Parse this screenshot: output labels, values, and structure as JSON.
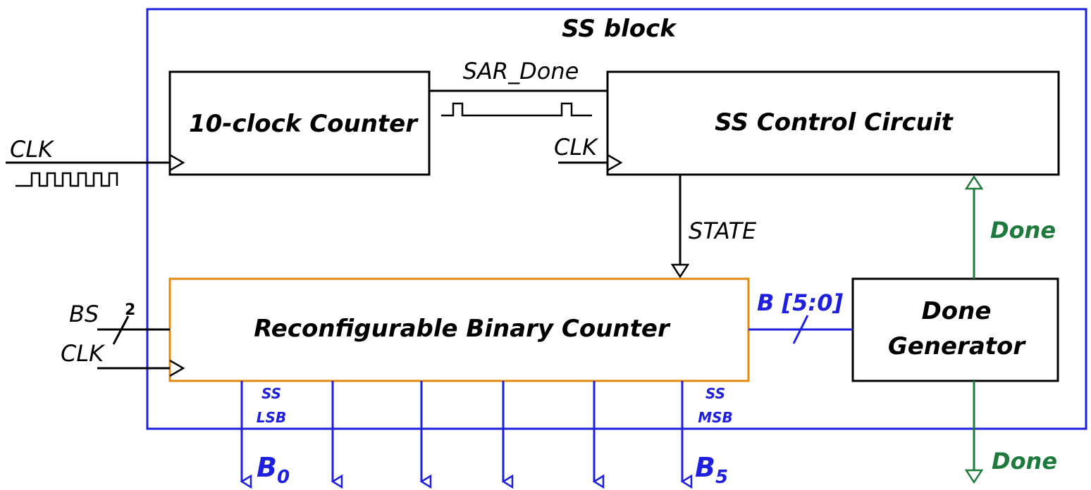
{
  "title": "SS block",
  "colors": {
    "frame": "#1f1fe0",
    "bus": "#1f1fe0",
    "done": "#1e7a3c",
    "counter_border": "#e08a10",
    "black": "#000000"
  },
  "blocks": {
    "clock_counter": "10-clock Counter",
    "control": "SS Control Circuit",
    "binary_counter": "Reconfigurable Binary Counter",
    "done_gen_line1": "Done",
    "done_gen_line2": "Generator"
  },
  "signals": {
    "clk_main": "CLK",
    "clk_control": "CLK",
    "clk_counter": "CLK",
    "sar_done": "SAR_Done",
    "state": "STATE",
    "bs": "BS",
    "bs_width": "2",
    "bus": "B [5:0]",
    "done_up": "Done",
    "done_out": "Done"
  },
  "outputs": {
    "lsb_line1": "SS",
    "lsb_line2": "LSB",
    "msb_line1": "SS",
    "msb_line2": "MSB",
    "b0_base": "B",
    "b0_sub": "0",
    "b5_base": "B",
    "b5_sub": "5"
  }
}
